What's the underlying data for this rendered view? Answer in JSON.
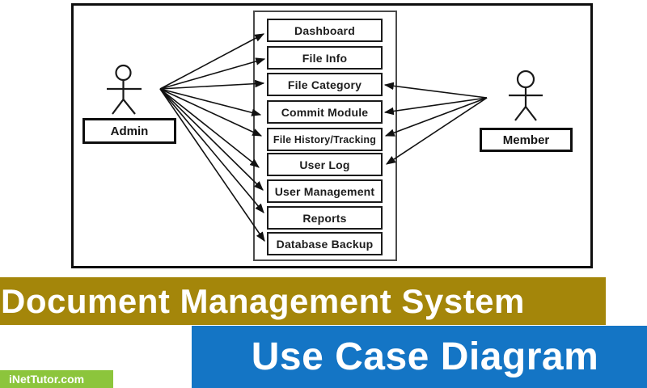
{
  "diagram": {
    "actors": [
      {
        "id": "admin",
        "label": "Admin"
      },
      {
        "id": "member",
        "label": "Member"
      }
    ],
    "use_cases": [
      "Dashboard",
      "File Info",
      "File Category",
      "Commit Module",
      "File History/Tracking",
      "User Log",
      "User Management",
      "Reports",
      "Database Backup"
    ],
    "connections": [
      {
        "from": "admin",
        "to": "Dashboard"
      },
      {
        "from": "admin",
        "to": "File Info"
      },
      {
        "from": "admin",
        "to": "File Category"
      },
      {
        "from": "admin",
        "to": "Commit Module"
      },
      {
        "from": "admin",
        "to": "File History/Tracking"
      },
      {
        "from": "admin",
        "to": "User Log"
      },
      {
        "from": "admin",
        "to": "User Management"
      },
      {
        "from": "admin",
        "to": "Reports"
      },
      {
        "from": "admin",
        "to": "Database Backup"
      },
      {
        "from": "member",
        "to": "File Category"
      },
      {
        "from": "member",
        "to": "Commit Module"
      },
      {
        "from": "member",
        "to": "File History/Tracking"
      },
      {
        "from": "member",
        "to": "User Log"
      }
    ]
  },
  "banners": {
    "title": "Document Management System",
    "subtitle": "Use Case Diagram",
    "watermark": "iNetTutor.com",
    "colors": {
      "title_bg": "#A4860A",
      "subtitle_bg": "#1475C5",
      "watermark_bg": "#8CC53C",
      "banner_text": "#FFFFFF",
      "line_color": "#111111"
    }
  }
}
